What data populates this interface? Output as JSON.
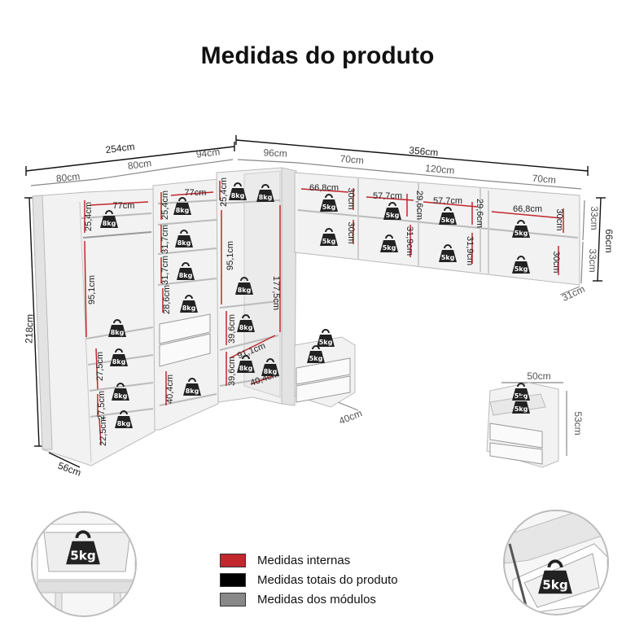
{
  "title": "Medidas do produto",
  "colors": {
    "internal": "#c1272d",
    "total": "#000000",
    "modules": "#888888"
  },
  "legend": [
    {
      "label": "Medidas internas",
      "color": "#c1272d"
    },
    {
      "label": "Medidas totais do produto",
      "color": "#000000"
    },
    {
      "label": "Medidas dos módulos",
      "color": "#888888"
    }
  ],
  "total_dims": {
    "width_left": "254cm",
    "width_right": "356cm",
    "height": "218cm",
    "depth": "56cm",
    "upper_height": "66cm"
  },
  "module_dims": {
    "w80a": "80cm",
    "w80b": "80cm",
    "w94": "94cm",
    "w96": "96cm",
    "w70a": "70cm",
    "w120": "120cm",
    "w70b": "70cm",
    "h33a": "33cm",
    "h33b": "33cm",
    "d31": "31cm",
    "nightstand_depth": "40cm",
    "nightstand2_width": "50cm",
    "nightstand2_height": "53cm"
  },
  "internal_dims": {
    "m1_w": "77cm",
    "m1_top": "25,4cm",
    "m1_hang": "95,1cm",
    "m1_s1": "27,5cm",
    "m1_s2": "27,5cm",
    "m1_s3": "22,5cm",
    "m2_w": "77cm",
    "m2_top": "25,4cm",
    "m2_s1": "31,7cm",
    "m2_s2": "31,7cm",
    "m2_s3": "28,6cm",
    "m2_bottom": "40,4cm",
    "m3_top": "25,4cm",
    "m3_hang": "95,1cm",
    "m3_tall": "177,5cm",
    "m3_s1": "39,6cm",
    "m3_s2": "39,6cm",
    "m3_diag": "91,1cm",
    "m3_base": "40,4cm",
    "u1_w": "66,8cm",
    "u1_h": "30cm",
    "u1_h2": "30cm",
    "u2_w": "57,7cm",
    "u2_h": "29,6cm",
    "u2_h2": "31,9cm",
    "u3_w": "57,7cm",
    "u3_h": "29,6cm",
    "u3_h2": "31,9cm",
    "u4_w": "66,8cm",
    "u4_h": "30cm",
    "u4_h2": "30cm"
  },
  "weights": {
    "shelf": "8kg",
    "upper": "5kg",
    "drawer": "5kg"
  }
}
